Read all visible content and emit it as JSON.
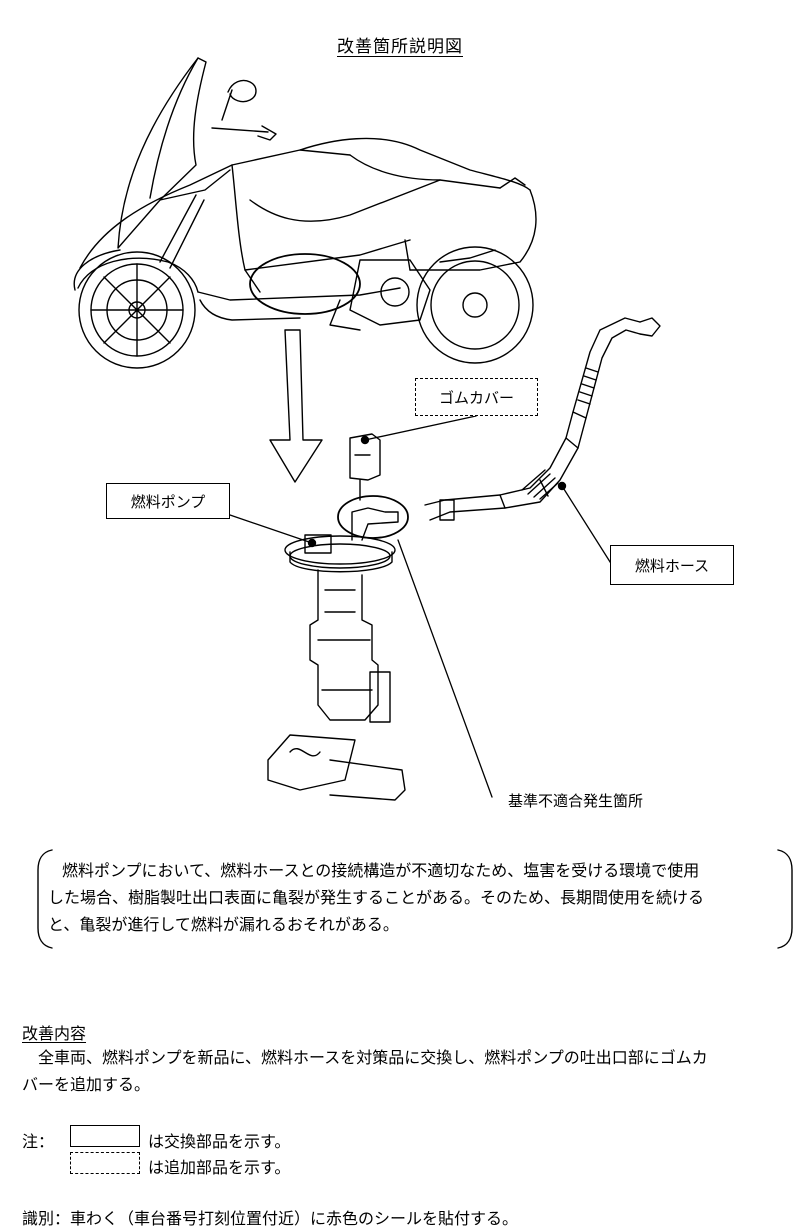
{
  "title": "改善箇所説明図",
  "labels": {
    "rubber_cover": "ゴムカバー",
    "fuel_pump": "燃料ポンプ",
    "fuel_hose": "燃料ホース",
    "nonconformity_location": "基準不適合発生箇所"
  },
  "description": {
    "line1": "燃料ポンプにおいて、燃料ホースとの接続構造が不適切なため、塩害を受ける環境で使用",
    "line2": "した場合、樹脂製吐出口表面に亀裂が発生することがある。そのため、長期間使用を続ける",
    "line3": "と、亀裂が進行して燃料が漏れるおそれがある。"
  },
  "improvement": {
    "heading": "改善内容",
    "line1": "全車両、燃料ポンプを新品に、燃料ホースを対策品に交換し、燃料ポンプの吐出口部にゴムカ",
    "line2": "バーを追加する。"
  },
  "legend": {
    "note_label": "注：",
    "replaced": "は交換部品を示す。",
    "added": "は追加部品を示す。"
  },
  "identification": "識別：車わく（車台番号打刻位置付近）に赤色のシールを貼付する。"
}
